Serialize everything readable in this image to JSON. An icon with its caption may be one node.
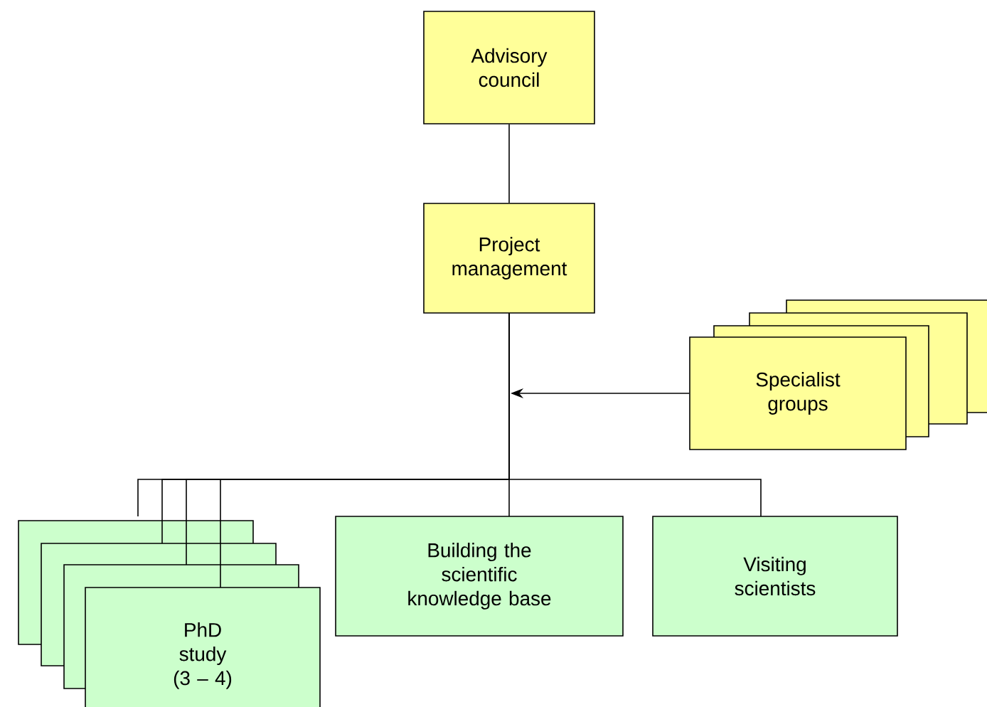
{
  "diagram": {
    "nodes": [
      {
        "text": [
          "Advisory council"
        ]
      },
      {
        "text": [
          "Project management"
        ]
      },
      {
        "text": [
          "Specialist groups"
        ]
      },
      {
        "text": [
          "PhD study (3 – 4)"
        ]
      },
      {
        "text": [
          "Building the scientific knowledge base"
        ]
      },
      {
        "text": [
          "Visiting scientists"
        ]
      }
    ],
    "edges": [
      {
        "from": 0,
        "to": 1,
        "arrow": "none"
      },
      {
        "from": 2,
        "to": null,
        "arrow": "to"
      },
      {
        "from": 1,
        "to": 3,
        "arrow": "none"
      },
      {
        "from": 1,
        "to": 3,
        "arrow": "none"
      },
      {
        "from": 1,
        "to": 3,
        "arrow": "none"
      },
      {
        "from": 1,
        "to": 3,
        "arrow": "none"
      },
      {
        "from": 1,
        "to": 4,
        "arrow": "none"
      },
      {
        "from": 1,
        "to": 5,
        "arrow": "none"
      }
    ]
  }
}
